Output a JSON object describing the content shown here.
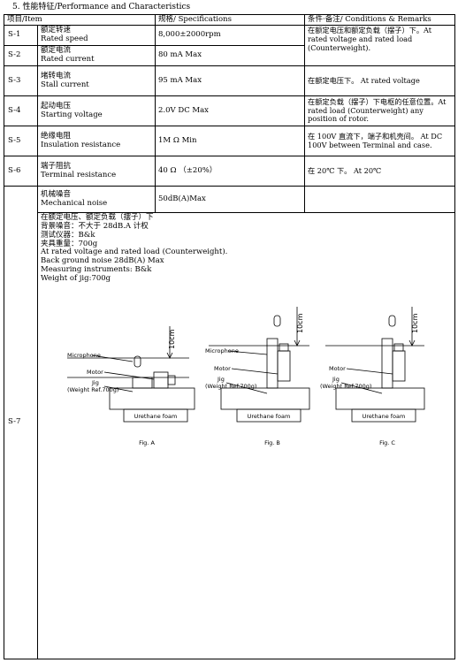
{
  "section": {
    "title": "5.   性能特征/Performance and Characteristics"
  },
  "table": {
    "header": {
      "item": "项目/Item",
      "spec": "规格/ Specifications",
      "cond": "条件·备注/ Conditions & Remarks"
    },
    "rows": [
      {
        "id": "S-1",
        "item_cn": "额定转速",
        "item_en": "Rated speed",
        "spec": "8,000±2000rpm",
        "cond": "在额定电压和额定负载（摆子）下。At rated voltage and rated load (Counterweight)."
      },
      {
        "id": "S-2",
        "item_cn": "额定电流",
        "item_en": "Rated current",
        "spec": "80 mA Max",
        "cond": ""
      },
      {
        "id": "S-3",
        "item_cn": "堵转电流",
        "item_en": "Stall current",
        "spec": "95 mA Max",
        "cond": "在额定电压下。 At rated voltage"
      },
      {
        "id": "S-4",
        "item_cn": "起动电压",
        "item_en": "Starting voltage",
        "spec": "2.0V DC Max",
        "cond": "在额定负载（摆子）下电枢的任意位置。At rated load (Counterweight) any position of rotor."
      },
      {
        "id": "S-5",
        "item_cn": "绝缘电阻",
        "item_en": "Insulation resistance",
        "spec": "1M Ω  Min",
        "cond": "在 100V 直流下，端子和机壳间。 At DC 100V between Terminal and case."
      },
      {
        "id": "S-6",
        "item_cn": "端子阻抗",
        "item_en": "Terminal resistance",
        "spec": "40 Ω （±20%）",
        "cond": "在 20℃ 下。 At 20℃"
      },
      {
        "id": "S-7",
        "item_cn": "机械噪音",
        "item_en": "Mechanical noise",
        "spec": "50dB(A)Max",
        "cond": ""
      }
    ],
    "notes": [
      "在额定电压、额定负载（摆子）下",
      "背景噪音：不大于 28dB.A 计权",
      "测试仪器：B&k",
      "夹具重量：700g",
      "At rated voltage and rated load (Counterweight).",
      "Back ground noise 28dB(A) Max",
      "Measuring instruments: B&k",
      "Weight of jig:700g"
    ]
  },
  "figures": {
    "a": {
      "caption": "Fig. A",
      "microphone": "Microphone",
      "motor": "Motor",
      "jig": "Jig",
      "jig_weight": "(Weight Ref.700g)",
      "foam": "Urethane foam",
      "distance": "10cm"
    },
    "b": {
      "caption": "Fig. B",
      "microphone": "Microphone",
      "motor": "Motor",
      "jig": "Jig",
      "jig_weight": "(Weight Ref.700g)",
      "foam": "Urethane foam",
      "distance": "10cm"
    },
    "c": {
      "caption": "Fig. C",
      "motor": "Motor",
      "jig": "Jig",
      "jig_weight": "(Weight Ref.700g)",
      "foam": "Urethane foam",
      "distance": "10cm"
    }
  }
}
